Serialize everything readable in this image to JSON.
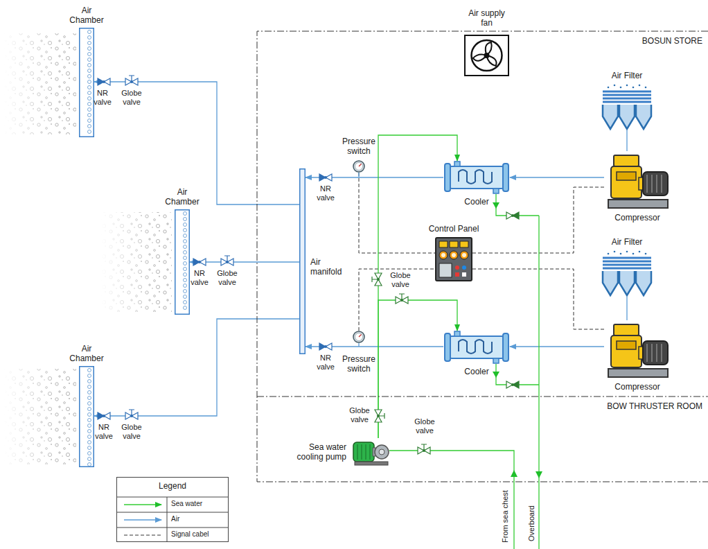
{
  "diagram": {
    "nodes": [
      {
        "text": [
          "BOSUN STORE"
        ]
      },
      {
        "text": [
          "BOW THRUSTER ROOM"
        ]
      },
      {
        "text": [
          "Air supply fan"
        ],
        "in": 0
      },
      {
        "text": [
          "Air Filter"
        ],
        "in": 0
      },
      {
        "text": [
          "Compressor"
        ],
        "in": 0
      },
      {
        "text": [
          "Cooler"
        ],
        "in": 0
      },
      {
        "text": [
          "Pressure switch"
        ],
        "in": 0
      },
      {
        "text": [
          "Control Panel"
        ],
        "in": 0
      },
      {
        "text": [
          "Air manifold"
        ],
        "in": 0
      },
      {
        "text": [
          "Air Filter"
        ],
        "in": 0
      },
      {
        "text": [
          "Compressor"
        ],
        "in": 0
      },
      {
        "text": [
          "Cooler"
        ],
        "in": 0
      },
      {
        "text": [
          "Pressure switch"
        ],
        "in": 0
      },
      {
        "text": [
          "Sea water cooling pump"
        ],
        "in": 1
      },
      {
        "text": [
          "Air Chamber"
        ]
      },
      {
        "text": [
          "Air Chamber"
        ]
      },
      {
        "text": [
          "Air Chamber"
        ]
      }
    ],
    "edges": [
      {
        "from": 3,
        "to": 4,
        "arrow": "none"
      },
      {
        "from": 4,
        "to": 5,
        "arrow": "to"
      },
      {
        "from": 5,
        "to": 8,
        "arrow": "to"
      },
      {
        "from": 9,
        "to": 10,
        "arrow": "none"
      },
      {
        "from": 10,
        "to": 11,
        "arrow": "to"
      },
      {
        "from": 11,
        "to": 8,
        "arrow": "to"
      },
      {
        "from": 8,
        "to": 14,
        "arrow": "to"
      },
      {
        "from": 8,
        "to": 15,
        "arrow": "to"
      },
      {
        "from": 8,
        "to": 16,
        "arrow": "to"
      },
      {
        "from": 6,
        "to": 7,
        "arrow": "none"
      },
      {
        "from": 7,
        "to": 4,
        "arrow": "none"
      },
      {
        "from": 12,
        "to": 7,
        "arrow": "none"
      },
      {
        "from": 7,
        "to": 10,
        "arrow": "none"
      },
      {
        "from": 13,
        "to": 5,
        "arrow": "to"
      },
      {
        "from": 13,
        "to": 11,
        "arrow": "to"
      }
    ],
    "labels": [
      "NR valve",
      "Globe valve",
      "NR valve",
      "Globe valve",
      "NR valve",
      "Globe valve",
      "NR valve",
      "Globe valve",
      "NR valve",
      "Globe valve",
      "Globe valve",
      "From sea chest",
      "Overboard",
      "Legend"
    ],
    "legend": [
      {
        "text": "Sea water"
      },
      {
        "text": "Air"
      },
      {
        "text": "Signal cabel"
      }
    ]
  }
}
